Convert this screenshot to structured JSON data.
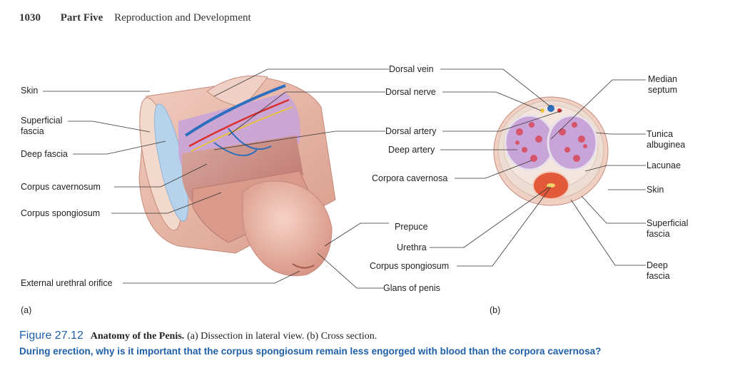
{
  "header": {
    "page_number": "1030",
    "part": "Part Five",
    "title": "Reproduction and Development"
  },
  "panel_a": {
    "sublabel": "(a)",
    "labels": {
      "skin": "Skin",
      "superficial_fascia": "Superficial\nfascia",
      "deep_fascia": "Deep fascia",
      "corpus_cavernosum": "Corpus cavernosum",
      "corpus_spongiosum": "Corpus spongiosum",
      "external_urethral_orifice": "External urethral orifice"
    }
  },
  "center_labels": {
    "dorsal_vein": "Dorsal vein",
    "dorsal_nerve": "Dorsal nerve",
    "dorsal_artery": "Dorsal artery",
    "deep_artery": "Deep artery",
    "corpora_cavernosa": "Corpora cavernosa",
    "prepuce": "Prepuce",
    "urethra": "Urethra",
    "corpus_spongiosum": "Corpus spongiosum",
    "glans_of_penis": "Glans of penis"
  },
  "panel_b": {
    "sublabel": "(b)",
    "labels": {
      "median_septum": "Median\nseptum",
      "tunica_albuginea": "Tunica\nalbuginea",
      "lacunae": "Lacunae",
      "skin": "Skin",
      "superficial_fascia": "Superficial\nfascia",
      "deep_fascia": "Deep\nfascia"
    }
  },
  "caption": {
    "figure_number": "Figure 27.12",
    "title": "Anatomy of the Penis.",
    "text": "(a) Dissection in lateral view. (b) Cross section.",
    "question": "During erection, why is it important that the corpus spongiosum remain less engorged with blood than the corpora cavernosa?"
  },
  "colors": {
    "accent": "#1f5fa8",
    "skin": "#e9b7a8",
    "cavernosum": "#c9a4d8",
    "spongiosum": "#e25a3a"
  }
}
